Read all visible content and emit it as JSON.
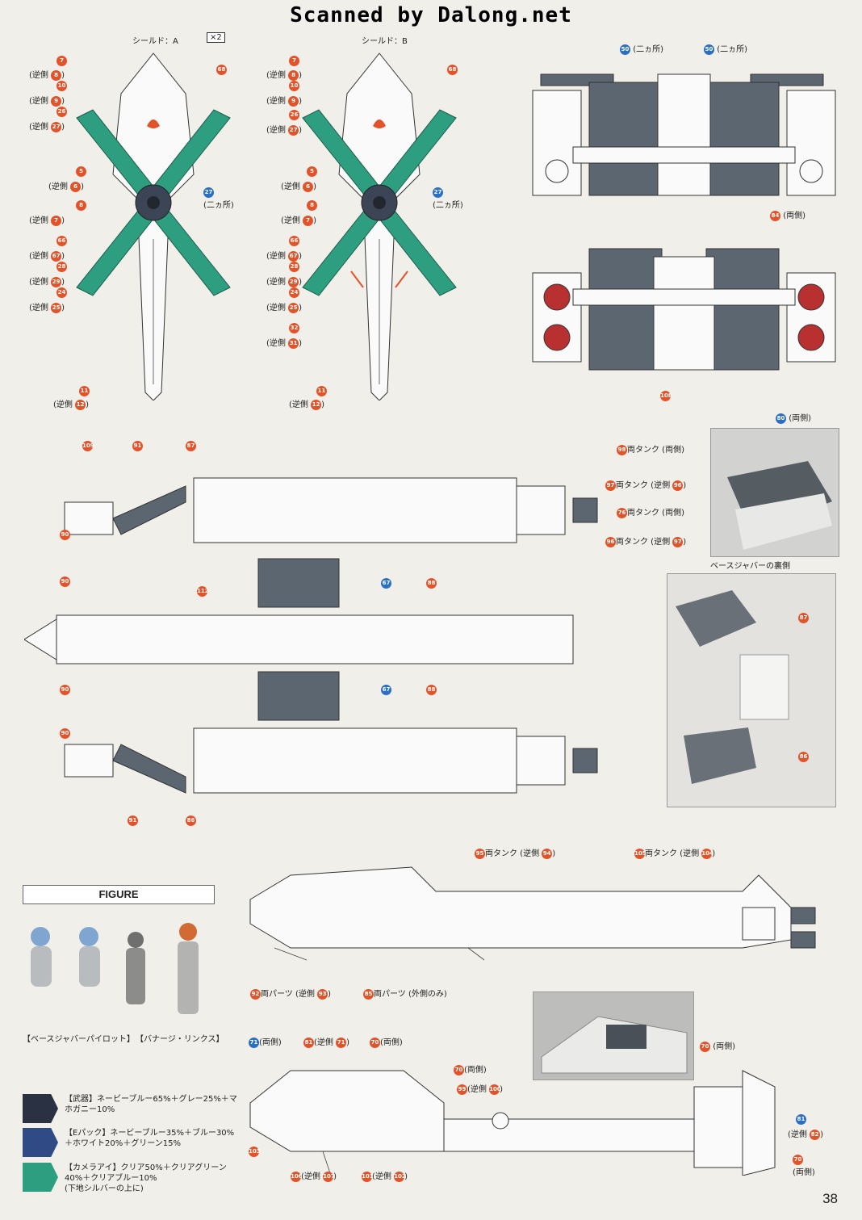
{
  "watermark": "Scanned by Dalong.net",
  "page_number": "38",
  "shield_a": {
    "title": "シールド：A",
    "multiplier": "×2",
    "labels": [
      {
        "num": "7",
        "text": ""
      },
      {
        "num": "8",
        "text": "(逆側"
      },
      {
        "num": "10",
        "text": ""
      },
      {
        "num": "9",
        "text": "(逆側"
      },
      {
        "num": "26",
        "text": ""
      },
      {
        "num": "27",
        "text": "(逆側"
      },
      {
        "num": "5",
        "text": ""
      },
      {
        "num": "6",
        "text": "(逆側"
      },
      {
        "num": "8",
        "text": ""
      },
      {
        "num": "7",
        "text": "(逆側"
      },
      {
        "num": "66",
        "text": ""
      },
      {
        "num": "67",
        "text": "(逆側"
      },
      {
        "num": "28",
        "text": ""
      },
      {
        "num": "29",
        "text": "(逆側"
      },
      {
        "num": "24",
        "text": ""
      },
      {
        "num": "25",
        "text": "(逆側"
      },
      {
        "num": "11",
        "text": ""
      },
      {
        "num": "12",
        "text": "(逆側"
      }
    ],
    "right_label": "68",
    "center_label": {
      "num": "27",
      "text": "(二ヵ所)"
    }
  },
  "shield_b": {
    "title": "シールド：B",
    "labels": [
      {
        "num": "7",
        "text": ""
      },
      {
        "num": "8",
        "text": "(逆側"
      },
      {
        "num": "10",
        "text": ""
      },
      {
        "num": "9",
        "text": "(逆側"
      },
      {
        "num": "26",
        "text": ""
      },
      {
        "num": "27",
        "text": "(逆側"
      },
      {
        "num": "5",
        "text": ""
      },
      {
        "num": "6",
        "text": "(逆側"
      },
      {
        "num": "8",
        "text": ""
      },
      {
        "num": "7",
        "text": "(逆側"
      },
      {
        "num": "66",
        "text": ""
      },
      {
        "num": "67",
        "text": "(逆側"
      },
      {
        "num": "28",
        "text": ""
      },
      {
        "num": "29",
        "text": "(逆側"
      },
      {
        "num": "24",
        "text": ""
      },
      {
        "num": "25",
        "text": "(逆側"
      },
      {
        "num": "32",
        "text": ""
      },
      {
        "num": "31",
        "text": "(逆側"
      },
      {
        "num": "11",
        "text": ""
      },
      {
        "num": "12",
        "text": "(逆側"
      }
    ],
    "right_label": "68",
    "center_label": {
      "num": "27",
      "text": "(二ヵ所)"
    }
  },
  "front_view": {
    "top_left": {
      "num": "50",
      "text": "(二ヵ所)"
    },
    "top_right": {
      "num": "50",
      "text": "(二ヵ所)"
    },
    "bottom_right": {
      "num": "84",
      "text": "(両側)"
    }
  },
  "rear_view": {
    "bottom": "108"
  },
  "photo1": {
    "num": "80",
    "text": "(両側)"
  },
  "photo2": {
    "caption": "ベースジャバーの裏側",
    "labels": [
      {
        "num": "87",
        "text": ""
      },
      {
        "num": "86",
        "text": ""
      }
    ]
  },
  "top_view": {
    "top_labels": [
      "109",
      "91",
      "87"
    ],
    "left_labels": [
      "90",
      "90",
      "90",
      "90"
    ],
    "bottom_labels": [
      "91",
      "86"
    ],
    "center_labels": [
      {
        "num": "67",
        "blue": true
      },
      {
        "num": "88"
      },
      {
        "num": "112"
      },
      {
        "num": "67",
        "blue": true
      },
      {
        "num": "88"
      }
    ],
    "tank_labels": [
      {
        "num": "98",
        "text": "両タンク (両側)"
      },
      {
        "num": "97",
        "text": "両タンク (逆側",
        "num2": "96",
        "close": ")"
      },
      {
        "num": "76",
        "text": "両タンク (両側)"
      },
      {
        "num": "96",
        "text": "両タンク (逆側",
        "num2": "97",
        "close": ")"
      }
    ]
  },
  "side_view": {
    "top_left": {
      "num": "95",
      "text": "両タンク (逆側",
      "num2": "94",
      "close": ")"
    },
    "top_right": {
      "num": "105",
      "text": "両タンク (逆側",
      "num2": "104",
      "close": ")"
    },
    "bottom_left": {
      "num": "92",
      "text": "両パーツ (逆側",
      "num2": "93",
      "close": ")"
    },
    "bottom_mid": {
      "num": "85",
      "text": "両パーツ (外側のみ)"
    }
  },
  "lower_view": {
    "labels": [
      {
        "num": "71",
        "text": "(両側)"
      },
      {
        "num": "81",
        "text": "(逆側",
        "num2": "71",
        "close": ")"
      },
      {
        "num": "70",
        "text": "(両側)"
      },
      {
        "num": "70",
        "text": "(両側)"
      },
      {
        "num": "99",
        "text": "(逆側",
        "num2": "100",
        "close": ")"
      },
      {
        "num": "103",
        "text": ""
      },
      {
        "num": "106",
        "text": "(逆側",
        "num2": "107",
        "close": ")"
      },
      {
        "num": "101",
        "text": "(逆側",
        "num2": "102",
        "close": ")"
      },
      {
        "num": "81",
        "text": ""
      },
      {
        "num": "82",
        "text": "(逆側",
        "close": ")"
      },
      {
        "num": "70",
        "text": "(両側)"
      }
    ],
    "photo_label": {
      "num": "70",
      "text": "(両側)"
    }
  },
  "figure": {
    "title": "FIGURE",
    "captions": [
      "【ベースジャバーパイロット】",
      "【バナージ・リンクス】"
    ]
  },
  "color_legend": [
    {
      "color": "#2a3142",
      "text": "【武器】ネービーブルー65%＋グレー25%＋マホガニー10%"
    },
    {
      "color": "#2f4a84",
      "text": "【Eパック】ネービーブルー35%＋ブルー30%＋ホワイト20%＋グリーン15%"
    },
    {
      "color": "#2e9e80",
      "text": "【カメラアイ】クリア50%＋クリアグリーン40%＋クリアブルー10%\n(下地シルバーの上に)"
    }
  ]
}
